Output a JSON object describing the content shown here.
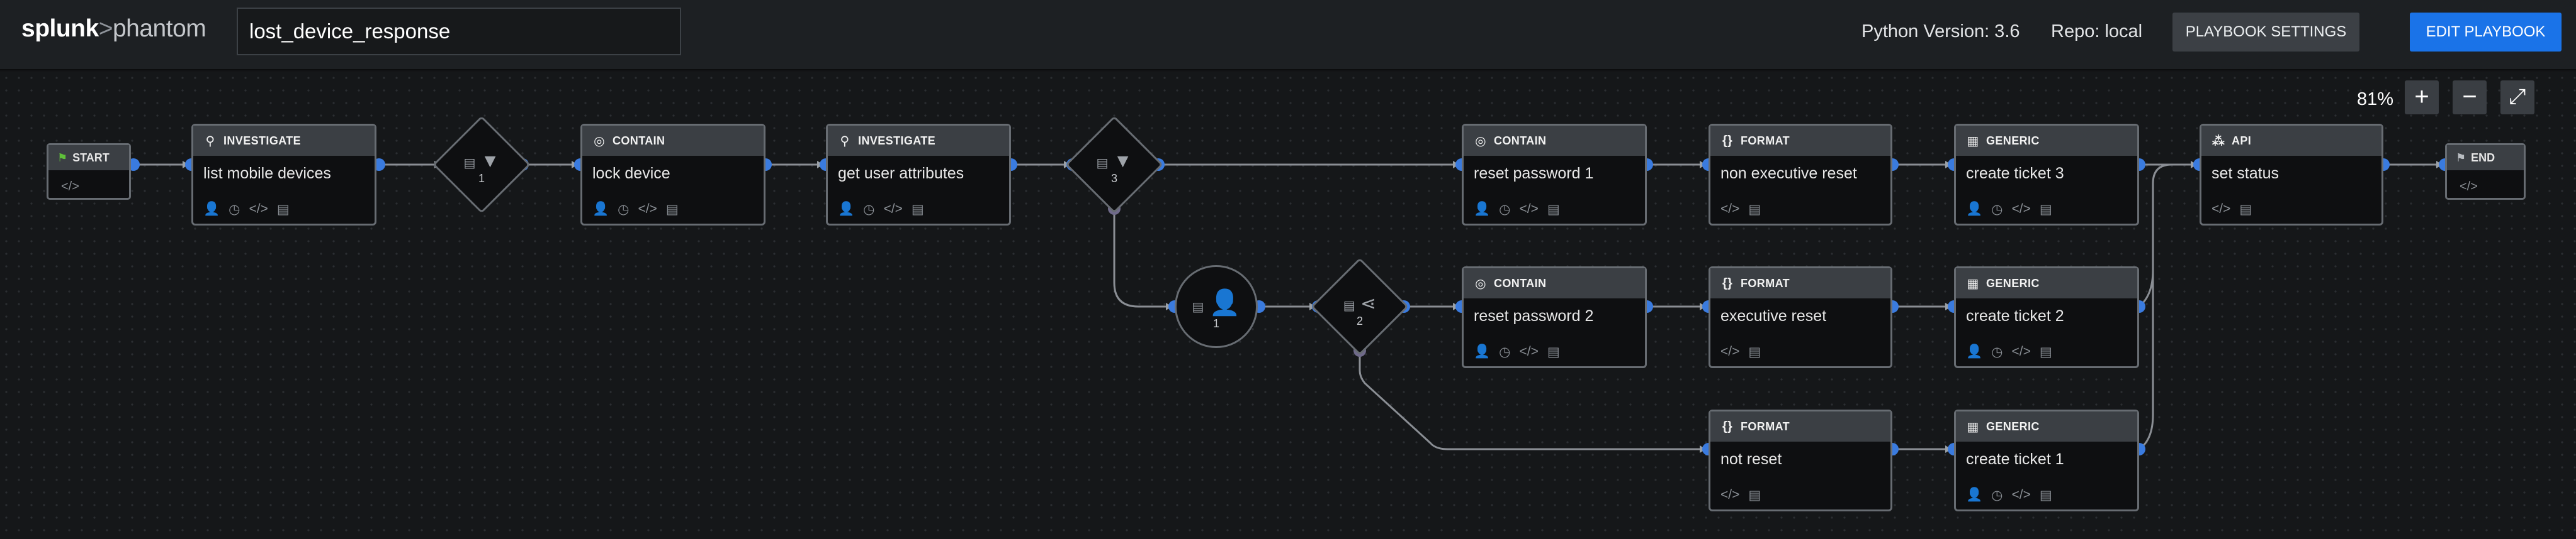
{
  "header": {
    "logo_splunk": "splunk",
    "logo_gt": ">",
    "logo_phantom": "phantom",
    "playbook_name": "lost_device_response",
    "python_version": "Python Version: 3.6",
    "repo": "Repo: local",
    "settings_button": "PLAYBOOK SETTINGS",
    "edit_button": "EDIT PLAYBOOK"
  },
  "canvas": {
    "zoom": "81%",
    "zoom_in": "+",
    "zoom_out": "−",
    "fit": "⤢"
  },
  "nodes": {
    "start": {
      "label": "START",
      "icon": "flag-icon"
    },
    "end": {
      "label": "END",
      "icon": "flag-icon"
    },
    "investigate1": {
      "type": "INVESTIGATE",
      "title": "list mobile devices"
    },
    "filter1": {
      "number": "1"
    },
    "contain1": {
      "type": "CONTAIN",
      "title": "lock device"
    },
    "investigate2": {
      "type": "INVESTIGATE",
      "title": "get user attributes"
    },
    "filter3": {
      "number": "3"
    },
    "prompt1": {
      "number": "1"
    },
    "decision2": {
      "number": "2"
    },
    "contain_reset1": {
      "type": "CONTAIN",
      "title": "reset password 1"
    },
    "contain_reset2": {
      "type": "CONTAIN",
      "title": "reset password 2"
    },
    "format_nonexec": {
      "type": "FORMAT",
      "title": "non executive reset"
    },
    "format_exec": {
      "type": "FORMAT",
      "title": "executive reset"
    },
    "format_notreset": {
      "type": "FORMAT",
      "title": "not reset"
    },
    "generic3": {
      "type": "GENERIC",
      "title": "create ticket 3"
    },
    "generic2": {
      "type": "GENERIC",
      "title": "create ticket 2"
    },
    "generic1": {
      "type": "GENERIC",
      "title": "create ticket 1"
    },
    "api": {
      "type": "API",
      "title": "set status"
    }
  },
  "colors": {
    "accent_blue": "#1a73e8",
    "port_blue": "#3a7bdf",
    "port_grey": "#6f6a8a",
    "wire": "#8a8e94"
  }
}
